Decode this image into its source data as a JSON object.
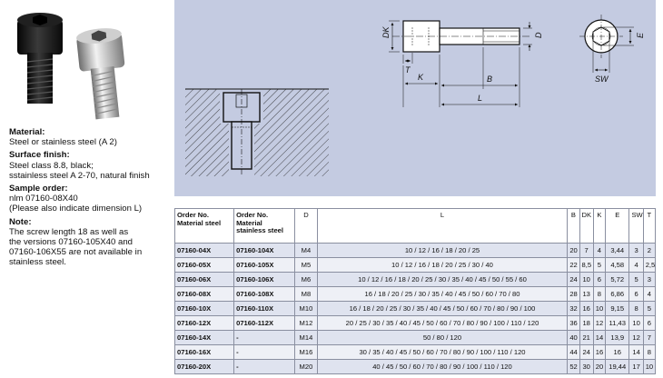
{
  "info": {
    "material_heading": "Material:",
    "material_text": "Steel or stainless steel (A 2)",
    "surface_heading": "Surface finish:",
    "surface_text": "Steel class 8.8, black;\nsstainless steel A 2-70, natural finish",
    "sample_heading": "Sample order:",
    "sample_text": "nlm 07160-08X40\n(Please also indicate dimension L)",
    "note_heading": "Note:",
    "note_text": "The screw length 18 as well as\nthe versions 07160-105X40 and\n07160-106X55 are not available in\nstainless steel."
  },
  "drawing": {
    "labels": {
      "dk": "DK",
      "t": "T",
      "k": "K",
      "b": "B",
      "l": "L",
      "d": "D",
      "e": "E",
      "sw": "SW"
    }
  },
  "table": {
    "headers": [
      "Order No. Material steel",
      "Order No. Material stainless steel",
      "D",
      "L",
      "B",
      "DK",
      "K",
      "E",
      "SW",
      "T"
    ],
    "rows": [
      [
        "07160-04X",
        "07160-104X",
        "M4",
        "10 / 12 / 16 / 18 / 20 / 25",
        "20",
        "7",
        "4",
        "3,44",
        "3",
        "2"
      ],
      [
        "07160-05X",
        "07160-105X",
        "M5",
        "10 / 12 / 16 / 18 / 20 / 25 / 30 / 40",
        "22",
        "8,5",
        "5",
        "4,58",
        "4",
        "2,5"
      ],
      [
        "07160-06X",
        "07160-106X",
        "M6",
        "10 / 12 / 16 / 18 / 20 / 25 / 30 / 35 / 40 / 45 / 50 / 55 / 60",
        "24",
        "10",
        "6",
        "5,72",
        "5",
        "3"
      ],
      [
        "07160-08X",
        "07160-108X",
        "M8",
        "16 / 18 / 20 / 25 / 30 / 35 / 40 / 45 / 50 / 60 / 70 / 80",
        "28",
        "13",
        "8",
        "6,86",
        "6",
        "4"
      ],
      [
        "07160-10X",
        "07160-110X",
        "M10",
        "16 / 18 / 20 / 25 / 30 / 35 / 40 / 45 / 50 / 60 / 70 / 80 / 90 / 100",
        "32",
        "16",
        "10",
        "9,15",
        "8",
        "5"
      ],
      [
        "07160-12X",
        "07160-112X",
        "M12",
        "20 / 25 / 30 / 35 / 40 / 45 / 50 / 60 / 70 / 80 / 90 / 100 / 110 / 120",
        "36",
        "18",
        "12",
        "11,43",
        "10",
        "6"
      ],
      [
        "07160-14X",
        "-",
        "M14",
        "50 / 80 / 120",
        "40",
        "21",
        "14",
        "13,9",
        "12",
        "7"
      ],
      [
        "07160-16X",
        "-",
        "M16",
        "30 / 35 / 40 / 45 / 50 / 60 / 70 / 80 / 90 / 100 / 110 / 120",
        "44",
        "24",
        "16",
        "16",
        "14",
        "8"
      ],
      [
        "07160-20X",
        "-",
        "M20",
        "40 / 45 / 50 / 60 / 70 / 80 / 90 / 100 / 110 / 120",
        "52",
        "30",
        "20",
        "19,44",
        "17",
        "10"
      ]
    ]
  }
}
